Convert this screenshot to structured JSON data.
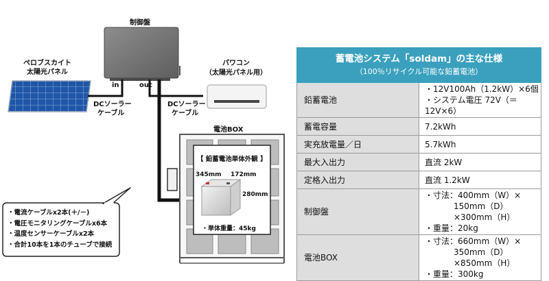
{
  "diagram": {
    "panel_label_1": "ペロブスカイト",
    "panel_label_2": "太陽光パネル",
    "controller_label": "制御盤",
    "port_in": "in",
    "port_out": "out",
    "cable_label_1a": "DCソーラー",
    "cable_label_1b": "ケーブル",
    "cable_label_2a": "DCソーラー",
    "cable_label_2b": "ケーブル",
    "pcs_label_1": "パワコン",
    "pcs_label_2": "（太陽光パネル用）",
    "box_label": "電池BOX",
    "battery_title": "【 鉛蓄電池単体外観 】",
    "dim_width": "345mm",
    "dim_depth": "172mm",
    "dim_height": "280mm",
    "battery_weight": "・単体重量：45kg",
    "cable_notes": [
      "・電流ケーブルx2本(＋/－)",
      "・電圧モニタリングケーブルx6本",
      "・温度センサーケーブルx2本",
      "・合計10本を1本のチューブで接続"
    ]
  },
  "spec": {
    "title": "蓄電池システム「soldam」の主な仕様",
    "subtitle": "（100％リサイクル可能な鉛蓄電池）",
    "colors": {
      "header_bg": "#3aa0bd",
      "key_bg": "#dedede"
    },
    "rows": [
      {
        "key": "鉛蓄電池",
        "lines": [
          "・12V100Ah（1.2kW）×6個",
          "・システム電圧 72V（＝12V×6）"
        ]
      },
      {
        "key": "蓄電容量",
        "lines": [
          "7.2kWh"
        ]
      },
      {
        "key": "実充放電量／日",
        "lines": [
          "5.7kWh"
        ]
      },
      {
        "key": "最大入出力",
        "lines": [
          "直流 2kW"
        ]
      },
      {
        "key": "定格入出力",
        "lines": [
          "直流 1.2kW"
        ]
      },
      {
        "key": "制御盤",
        "lines": [
          "・寸法：400mm（W）×",
          "150mm（D）×300mm（H）",
          "・重量：20kg"
        ]
      },
      {
        "key": "電池BOX",
        "lines": [
          "・寸法：660mm（W）×",
          "350mm（D）×850mm（H）",
          "・重量：300kg"
        ]
      }
    ]
  }
}
